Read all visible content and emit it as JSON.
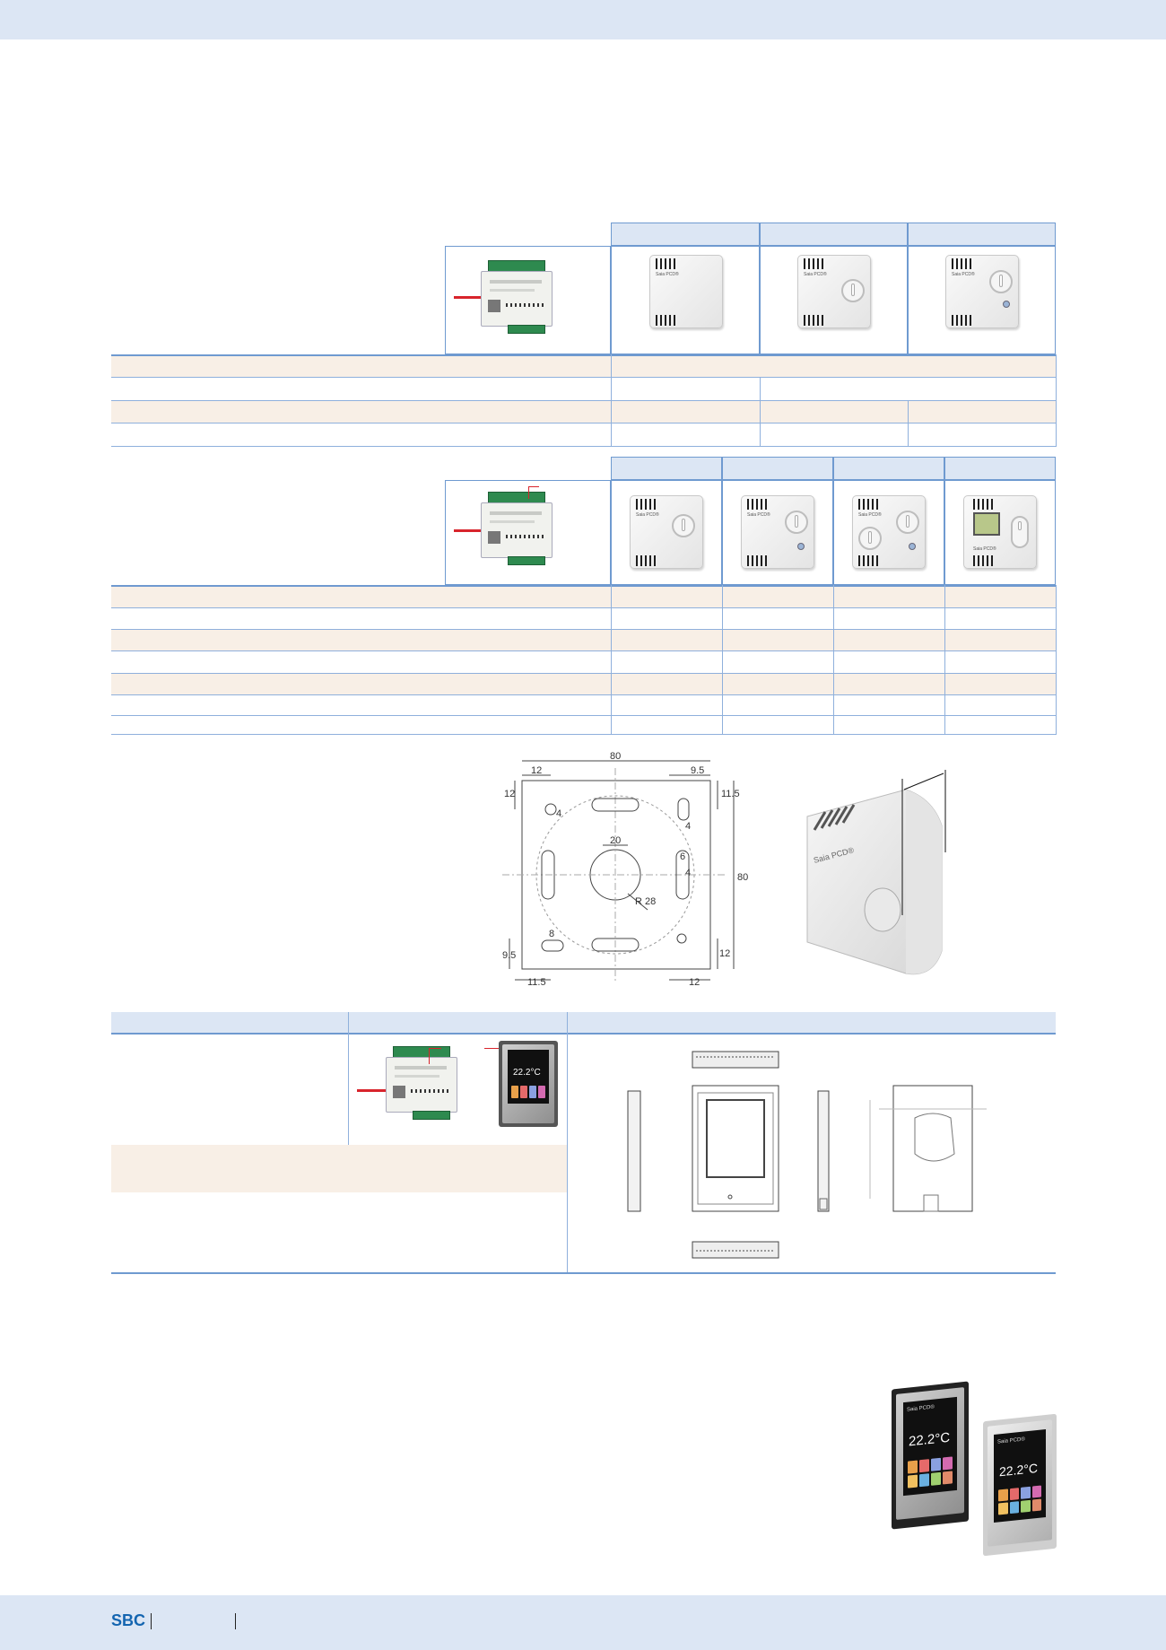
{
  "footer": {
    "brand": "SBC"
  },
  "product_labels": {
    "sensor_brand": "Saia PCD®",
    "touch_brand": "Saia PCD®"
  },
  "display": {
    "temperature_small": "22.2°C",
    "temperature_large": "22.2°C"
  },
  "mounting_drawing": {
    "width_total": "80",
    "height_total": "80",
    "left_offset": "12",
    "top_offset": "12",
    "right_hole_offset": "9.5",
    "right_top_offset": "11.5",
    "hole_small": "4",
    "slot_width": "4",
    "center_hole": "20",
    "slot_height": "6",
    "slot_width_2": "4",
    "radius": "R 28",
    "bottom_slot": "8",
    "bottom_left_offset": "9.5",
    "bottom_left_x": "11.5",
    "bottom_right_x": "12",
    "bottom_right_y": "12"
  },
  "colors": {
    "band": "#dce6f4",
    "rule": "#6f9ad0",
    "row_tint": "#f8efe6",
    "brand_blue": "#1465b0",
    "wire_red": "#d8242c"
  }
}
